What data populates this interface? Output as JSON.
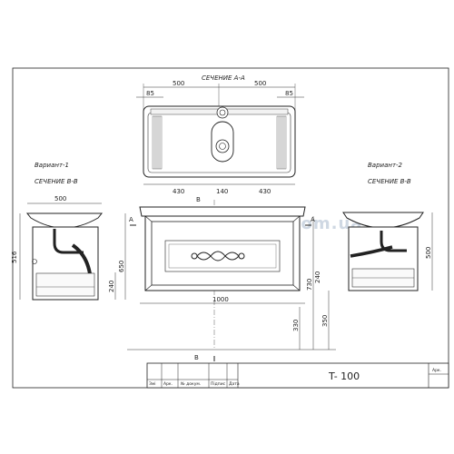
{
  "section_a": {
    "title": "СЕЧЕНИЕ A-A",
    "dims_top": [
      "500",
      "500"
    ],
    "dims_side": [
      "85",
      "85"
    ],
    "dims_bottom": [
      "430",
      "140",
      "430"
    ]
  },
  "variant1": {
    "title": "Вариант-1",
    "section": "СЕЧЕНИЕ B-B",
    "width": "500",
    "height_left": "516",
    "inner": "240",
    "height_right": "650"
  },
  "variant2": {
    "title": "Вариант-2",
    "section": "СЕЧЕНИЕ B-B",
    "height": "500"
  },
  "front": {
    "cut_label_left": "A",
    "cut_label_right": "A",
    "cut_label_top": "B",
    "cut_label_bottom": "B",
    "width": "1000",
    "dim_240": "240",
    "dim_730": "730",
    "dim_350": "350",
    "dim_330": "330"
  },
  "watermark": "SANTEHCLUB.com.ua",
  "title_block": {
    "code": "T- 100",
    "sheet": "Арк.",
    "cols": [
      "Змі",
      "Арк.",
      "№ докум.",
      "Підпис",
      "Дата"
    ]
  }
}
